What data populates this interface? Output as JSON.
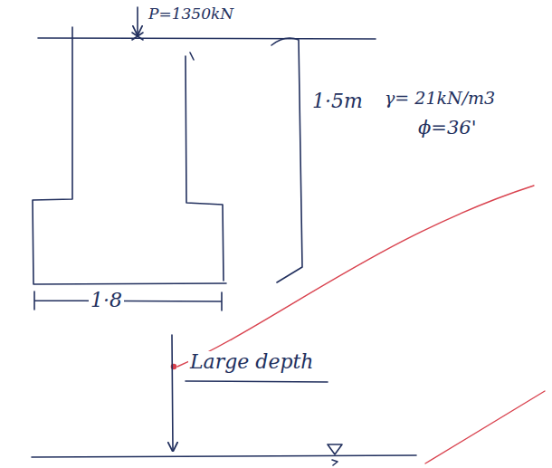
{
  "diagram": {
    "labels": [
      "P=1350kN",
      "1·5m",
      "γ= 21kN/m3",
      "ϕ=36'",
      "1·8",
      "Large depth"
    ]
  }
}
